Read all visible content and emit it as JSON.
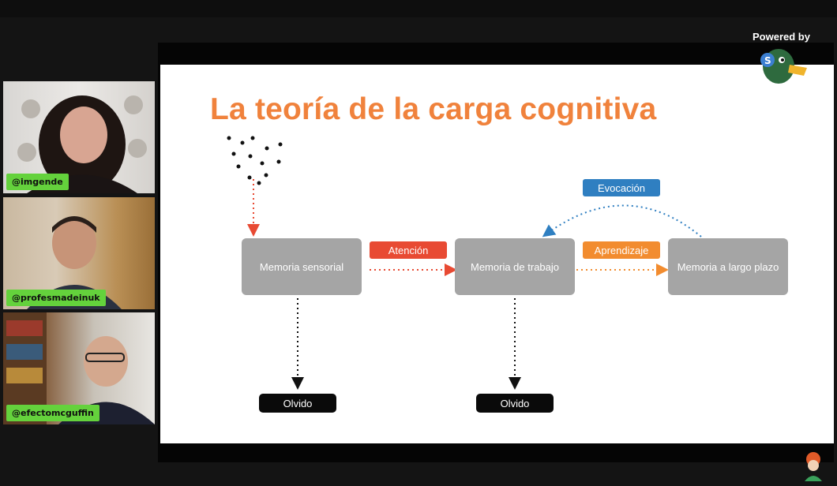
{
  "participants": [
    {
      "handle": "@imgende"
    },
    {
      "handle": "@profesmadeinuk"
    },
    {
      "handle": "@efectomcguffin"
    }
  ],
  "branding": {
    "powered_by": "Powered by",
    "name": "StreamYard"
  },
  "slide": {
    "title": "La teoría de la carga cognitiva",
    "boxes": {
      "sensorial": "Memoria sensorial",
      "trabajo": "Memoria de trabajo",
      "largo_plazo": "Memoria a largo plazo"
    },
    "labels": {
      "atencion": "Atención",
      "aprendizaje": "Aprendizaje",
      "evocacion": "Evocación"
    },
    "olvido_1": "Olvido",
    "olvido_2": "Olvido"
  },
  "colors": {
    "title": "#f0823c",
    "atencion": "#e84a33",
    "aprendizaje": "#f28c2f",
    "evocacion": "#2f7fc1",
    "box": "#a5a5a5",
    "tag": "#64d23c"
  }
}
